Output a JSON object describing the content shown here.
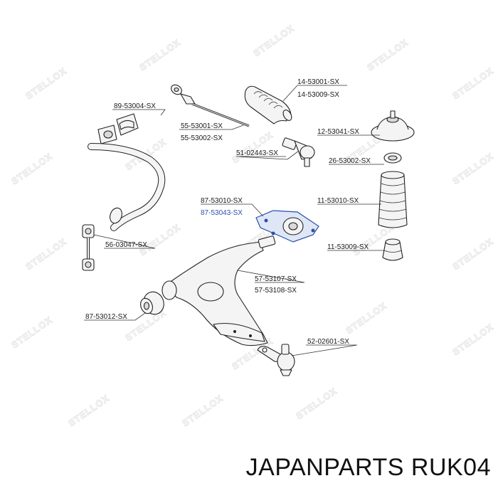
{
  "caption": "JAPANPARTS RUK04",
  "watermark": "STELLOX",
  "labels": {
    "l1": "14-53001-SX",
    "l2": "14-53009-SX",
    "l3": "89-53004-SX",
    "l4": "55-53001-SX",
    "l5": "55-53002-SX",
    "l6": "12-53041-SX",
    "l7": "51-02443-SX",
    "l8": "26-53002-SX",
    "l9": "87-53010-SX",
    "l10": "87-53043-SX",
    "l11": "11-53010-SX",
    "l12": "56-03047-SX",
    "l13": "11-53009-SX",
    "l14": "57-53107-SX",
    "l15": "57-53108-SX",
    "l16": "87-53012-SX",
    "l17": "52-02601-SX"
  },
  "colors": {
    "highlight": "#2b4fa8",
    "line": "#222222",
    "watermark": "#e3e3e3"
  }
}
